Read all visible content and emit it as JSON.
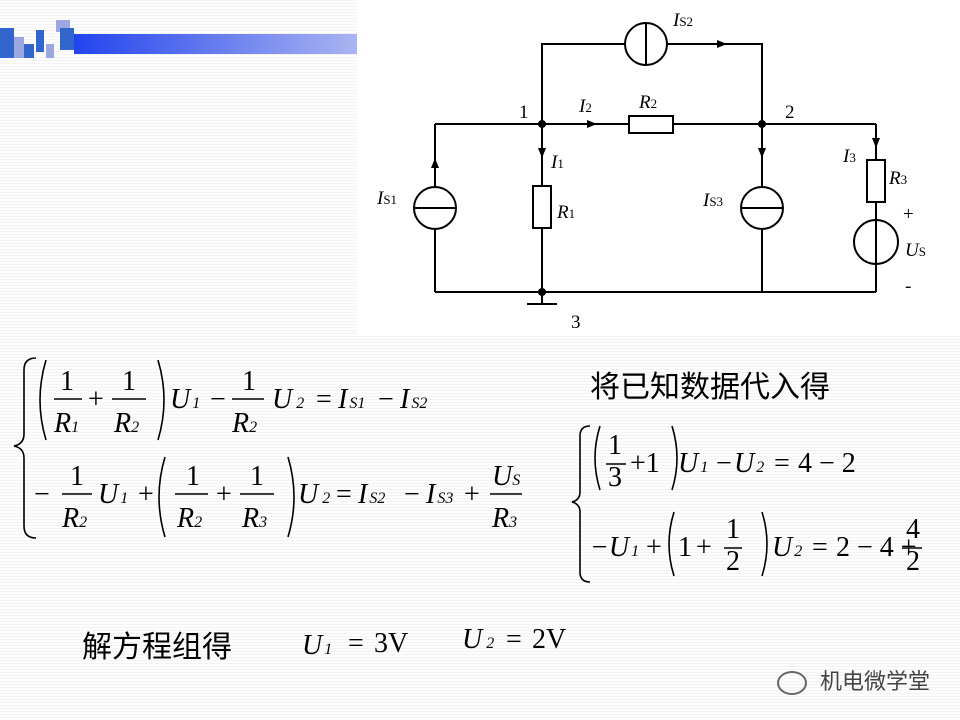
{
  "circuit": {
    "node1": "1",
    "node2": "2",
    "node3": "3",
    "is2_sym": "I",
    "is2_sub": "S2",
    "i2_sym": "I",
    "i2_sub": "2",
    "r2_sym": "R",
    "r2_sub": "2",
    "i1_sym": "I",
    "i1_sub": "1",
    "r1_sym": "R",
    "r1_sub": "1",
    "is1_sym": "I",
    "is1_sub": "S1",
    "is3_sym": "I",
    "is3_sub": "S3",
    "i3_sym": "I",
    "i3_sub": "3",
    "r3_sym": "R",
    "r3_sub": "3",
    "us_sym": "U",
    "us_sub": "S",
    "plus": "+",
    "minus": "-"
  },
  "labels": {
    "substitute": "将已知数据代入得",
    "solve": "解方程组得"
  },
  "eq1": {
    "one": "1",
    "R": "R",
    "s1": "1",
    "s2": "2",
    "plus": "+",
    "minus": "−",
    "eq": "=",
    "U": "U",
    "u1": "1",
    "u2": "2",
    "I": "I",
    "is1": "S1",
    "is2": "S2"
  },
  "eq2": {
    "one": "1",
    "R": "R",
    "s2": "2",
    "s3": "3",
    "plus": "+",
    "minus": "−",
    "eq": "=",
    "U": "U",
    "u1": "1",
    "u2": "2",
    "I": "I",
    "is2": "S2",
    "is3": "S3",
    "us": "S"
  },
  "eq3": {
    "one": "1",
    "three": "3",
    "plus": "+",
    "minus": "−",
    "eq": "=",
    "U": "U",
    "u1": "1",
    "u2": "2",
    "rhs": "4 − 2"
  },
  "eq4": {
    "negU": "−U",
    "u1": "1",
    "plus": "+",
    "one": "1",
    "two": "2",
    "U": "U",
    "u2": "2",
    "eq": "=",
    "rhs": "2 − 4 +",
    "four": "4"
  },
  "result": {
    "U": "U",
    "u1": "1",
    "u2": "2",
    "eq": "=",
    "v1": "3V",
    "v2": "2V"
  },
  "watermark": "机电微学堂"
}
